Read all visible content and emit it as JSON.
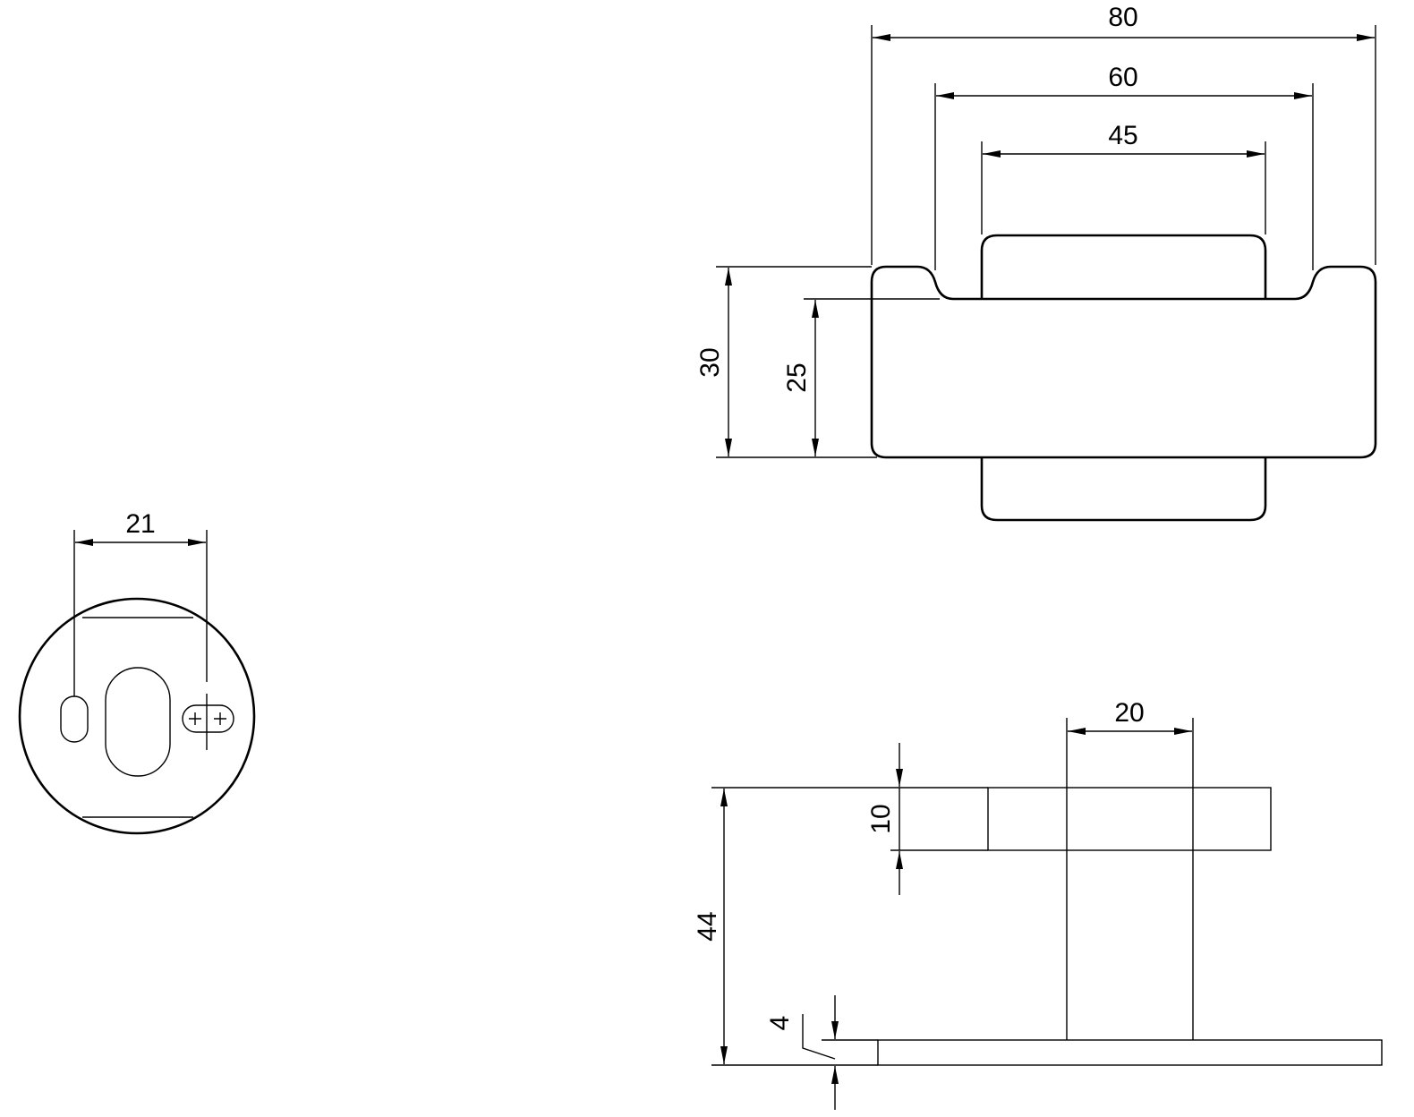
{
  "drawing": {
    "top_view": {
      "overall_width": "80",
      "ear_spacing": "60",
      "inner_width": "45",
      "overall_depth": "30",
      "body_depth": "25"
    },
    "side_view": {
      "post_spacing": "20",
      "bar_thickness": "10",
      "overall_height": "44",
      "base_thickness": "4"
    },
    "rosette_view": {
      "hole_spacing": "21"
    }
  }
}
